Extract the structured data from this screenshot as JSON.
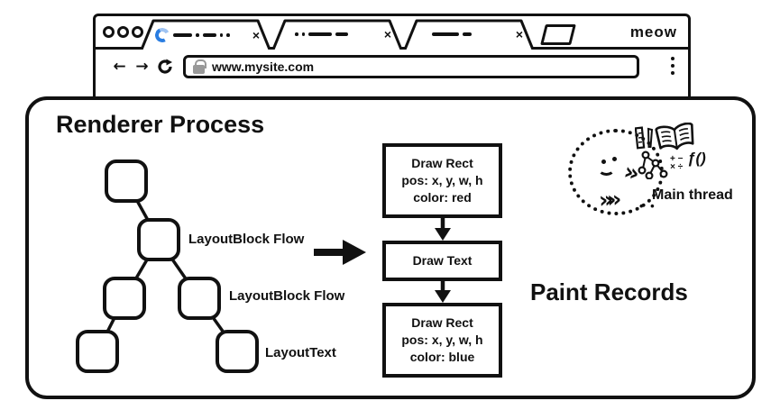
{
  "colors": {
    "ink": "#111111",
    "spinner_dark": "#2a7de1",
    "spinner_light": "#9fc3f2",
    "lock_gray": "#999999",
    "background": "#ffffff"
  },
  "browser": {
    "brand": "meow",
    "url": "www.mysite.com",
    "tab_close": "×"
  },
  "panel": {
    "title": "Renderer Process",
    "tree_labels": [
      "LayoutBlock Flow",
      "LayoutBlock Flow",
      "LayoutText"
    ],
    "paint": {
      "title": "Paint Records",
      "boxes": [
        {
          "lines": [
            "Draw Rect",
            "pos: x, y, w, h",
            "color: red"
          ]
        },
        {
          "lines": [
            "Draw Text"
          ]
        },
        {
          "lines": [
            "Draw Rect",
            "pos: x, y, w, h",
            "color: blue"
          ]
        }
      ]
    },
    "main_thread": {
      "label": "Main thread",
      "chevron_large": "»",
      "chevron_small": "»»",
      "trail_dots": "• •",
      "math_top": "+ −",
      "math_bottom": "× ÷",
      "fn": "ƒ()"
    }
  }
}
